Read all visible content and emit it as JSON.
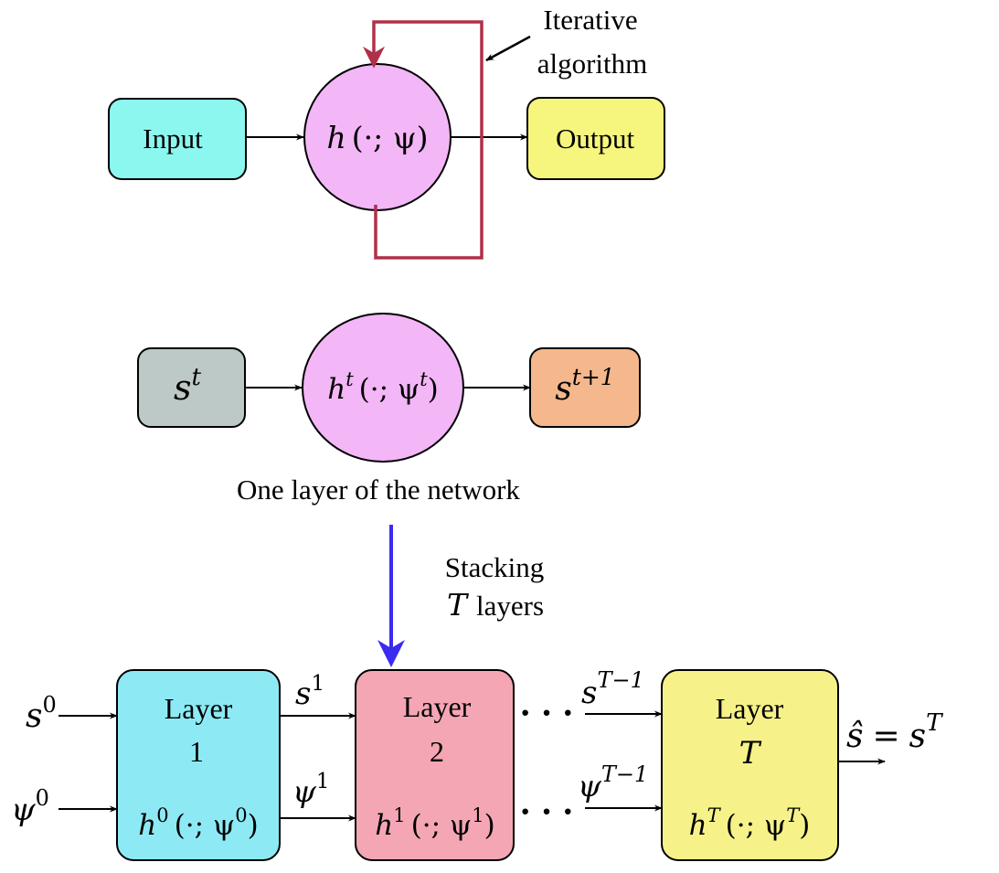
{
  "top": {
    "input_label": "Input",
    "output_label": "Output",
    "func_h": "h",
    "func_args": "(·; ψ)",
    "iter_line1": "Iterative",
    "iter_line2": "algorithm"
  },
  "middle": {
    "s_base": "s",
    "s_sup": "t",
    "func_h": "h",
    "func_sup": "t",
    "func_args_pre": "(·; ψ",
    "func_args_sup": "t",
    "func_args_post": ")",
    "out_base": "s",
    "out_sup": "t+1",
    "caption": "One layer of the network"
  },
  "stack": {
    "line1": "Stacking",
    "line2_var": "T",
    "line2_rest": "layers"
  },
  "bottom": {
    "layer1": {
      "title": "Layer",
      "num": "1",
      "h": "h",
      "h_sup": "0",
      "args_pre": "(·; ψ",
      "args_sup": "0",
      "args_post": ")"
    },
    "layer2": {
      "title": "Layer",
      "num": "2",
      "h": "h",
      "h_sup": "1",
      "args_pre": "(·; ψ",
      "args_sup": "1",
      "args_post": ")"
    },
    "layerT": {
      "title": "Layer",
      "num": "T",
      "h": "h",
      "h_sup": "T",
      "args_pre": "(·; ψ",
      "args_sup": "T",
      "args_post": ")"
    },
    "s0_base": "s",
    "s0_sup": "0",
    "psi0_base": "ψ",
    "psi0_sup": "0",
    "s1_base": "s",
    "s1_sup": "1",
    "psi1_base": "ψ",
    "psi1_sup": "1",
    "sT1_base": "s",
    "sT1_sup": "T−1",
    "psiT1_base": "ψ",
    "psiT1_sup": "T−1",
    "dots": "· · ·",
    "out_hat": "ŝ",
    "out_eq": "=",
    "out_base": "s",
    "out_sup": "T"
  },
  "colors": {
    "input_fill": "#8cf7ef",
    "output_fill": "#f6f57d",
    "circle_fill": "#f3b6f6",
    "st_fill": "#bdc9c6",
    "st1_fill": "#f4b88c",
    "layer1_fill": "#8deaf4",
    "layer2_fill": "#f4a6b4",
    "layerT_fill": "#f6f289",
    "loop_color": "#b03048",
    "stack_arrow": "#3b2bf0"
  }
}
